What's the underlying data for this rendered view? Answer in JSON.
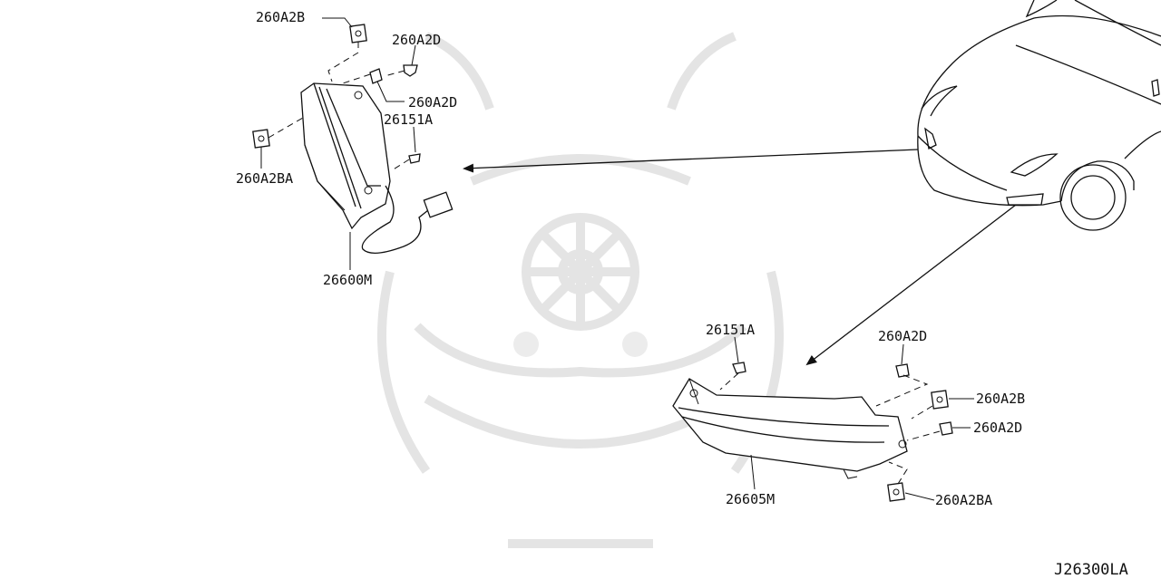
{
  "diagram": {
    "reference_code": "J26300LA",
    "parts": {
      "bracket_upper_a": "260A2B",
      "clip_upper_a": "260A2D",
      "clip_upper_b": "260A2D",
      "bolt_upper": "26151A",
      "bracket_upper_b": "260A2BA",
      "lamp_upper": "26600M",
      "bolt_lower": "26151A",
      "clip_lower_a": "260A2D",
      "bracket_lower_a": "260A2B",
      "clip_lower_b": "260A2D",
      "bracket_lower_b": "260A2BA",
      "lamp_lower": "26605M"
    }
  }
}
